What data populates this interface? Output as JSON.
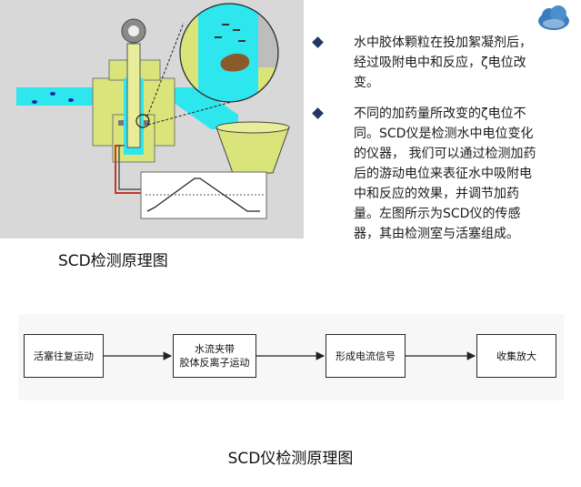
{
  "figure_left": {
    "caption": "SCD检测原理图"
  },
  "bullets": [
    {
      "text": "水中胶体颗粒在投加絮凝剂后，经过吸附电中和反应，ζ电位改变。"
    },
    {
      "text": "不同的加药量所改变的ζ电位不同。SCD仪是检测水中电位变化的仪器， 我们可以通过检测加药后的游动电位来表征水中吸附电中和反应的效果，并调节加药量。左图所示为SCD仪的传感器，其由检测室与活塞组成。"
    }
  ],
  "flow": {
    "steps": [
      {
        "label": "活塞往复运动"
      },
      {
        "label": "水流夹带\n胶体反离子运动"
      },
      {
        "label": "形成电流信号"
      },
      {
        "label": "收集放大"
      }
    ],
    "caption": "SCD仪检测原理图"
  },
  "colors": {
    "diagram_bg": "#d8d8d8",
    "water": "#2ee6ee",
    "device": "#d9e47a",
    "cable": "#c0392b",
    "bullet_marker": "#1f3864",
    "logo_cloud": "#3a7dbf"
  }
}
